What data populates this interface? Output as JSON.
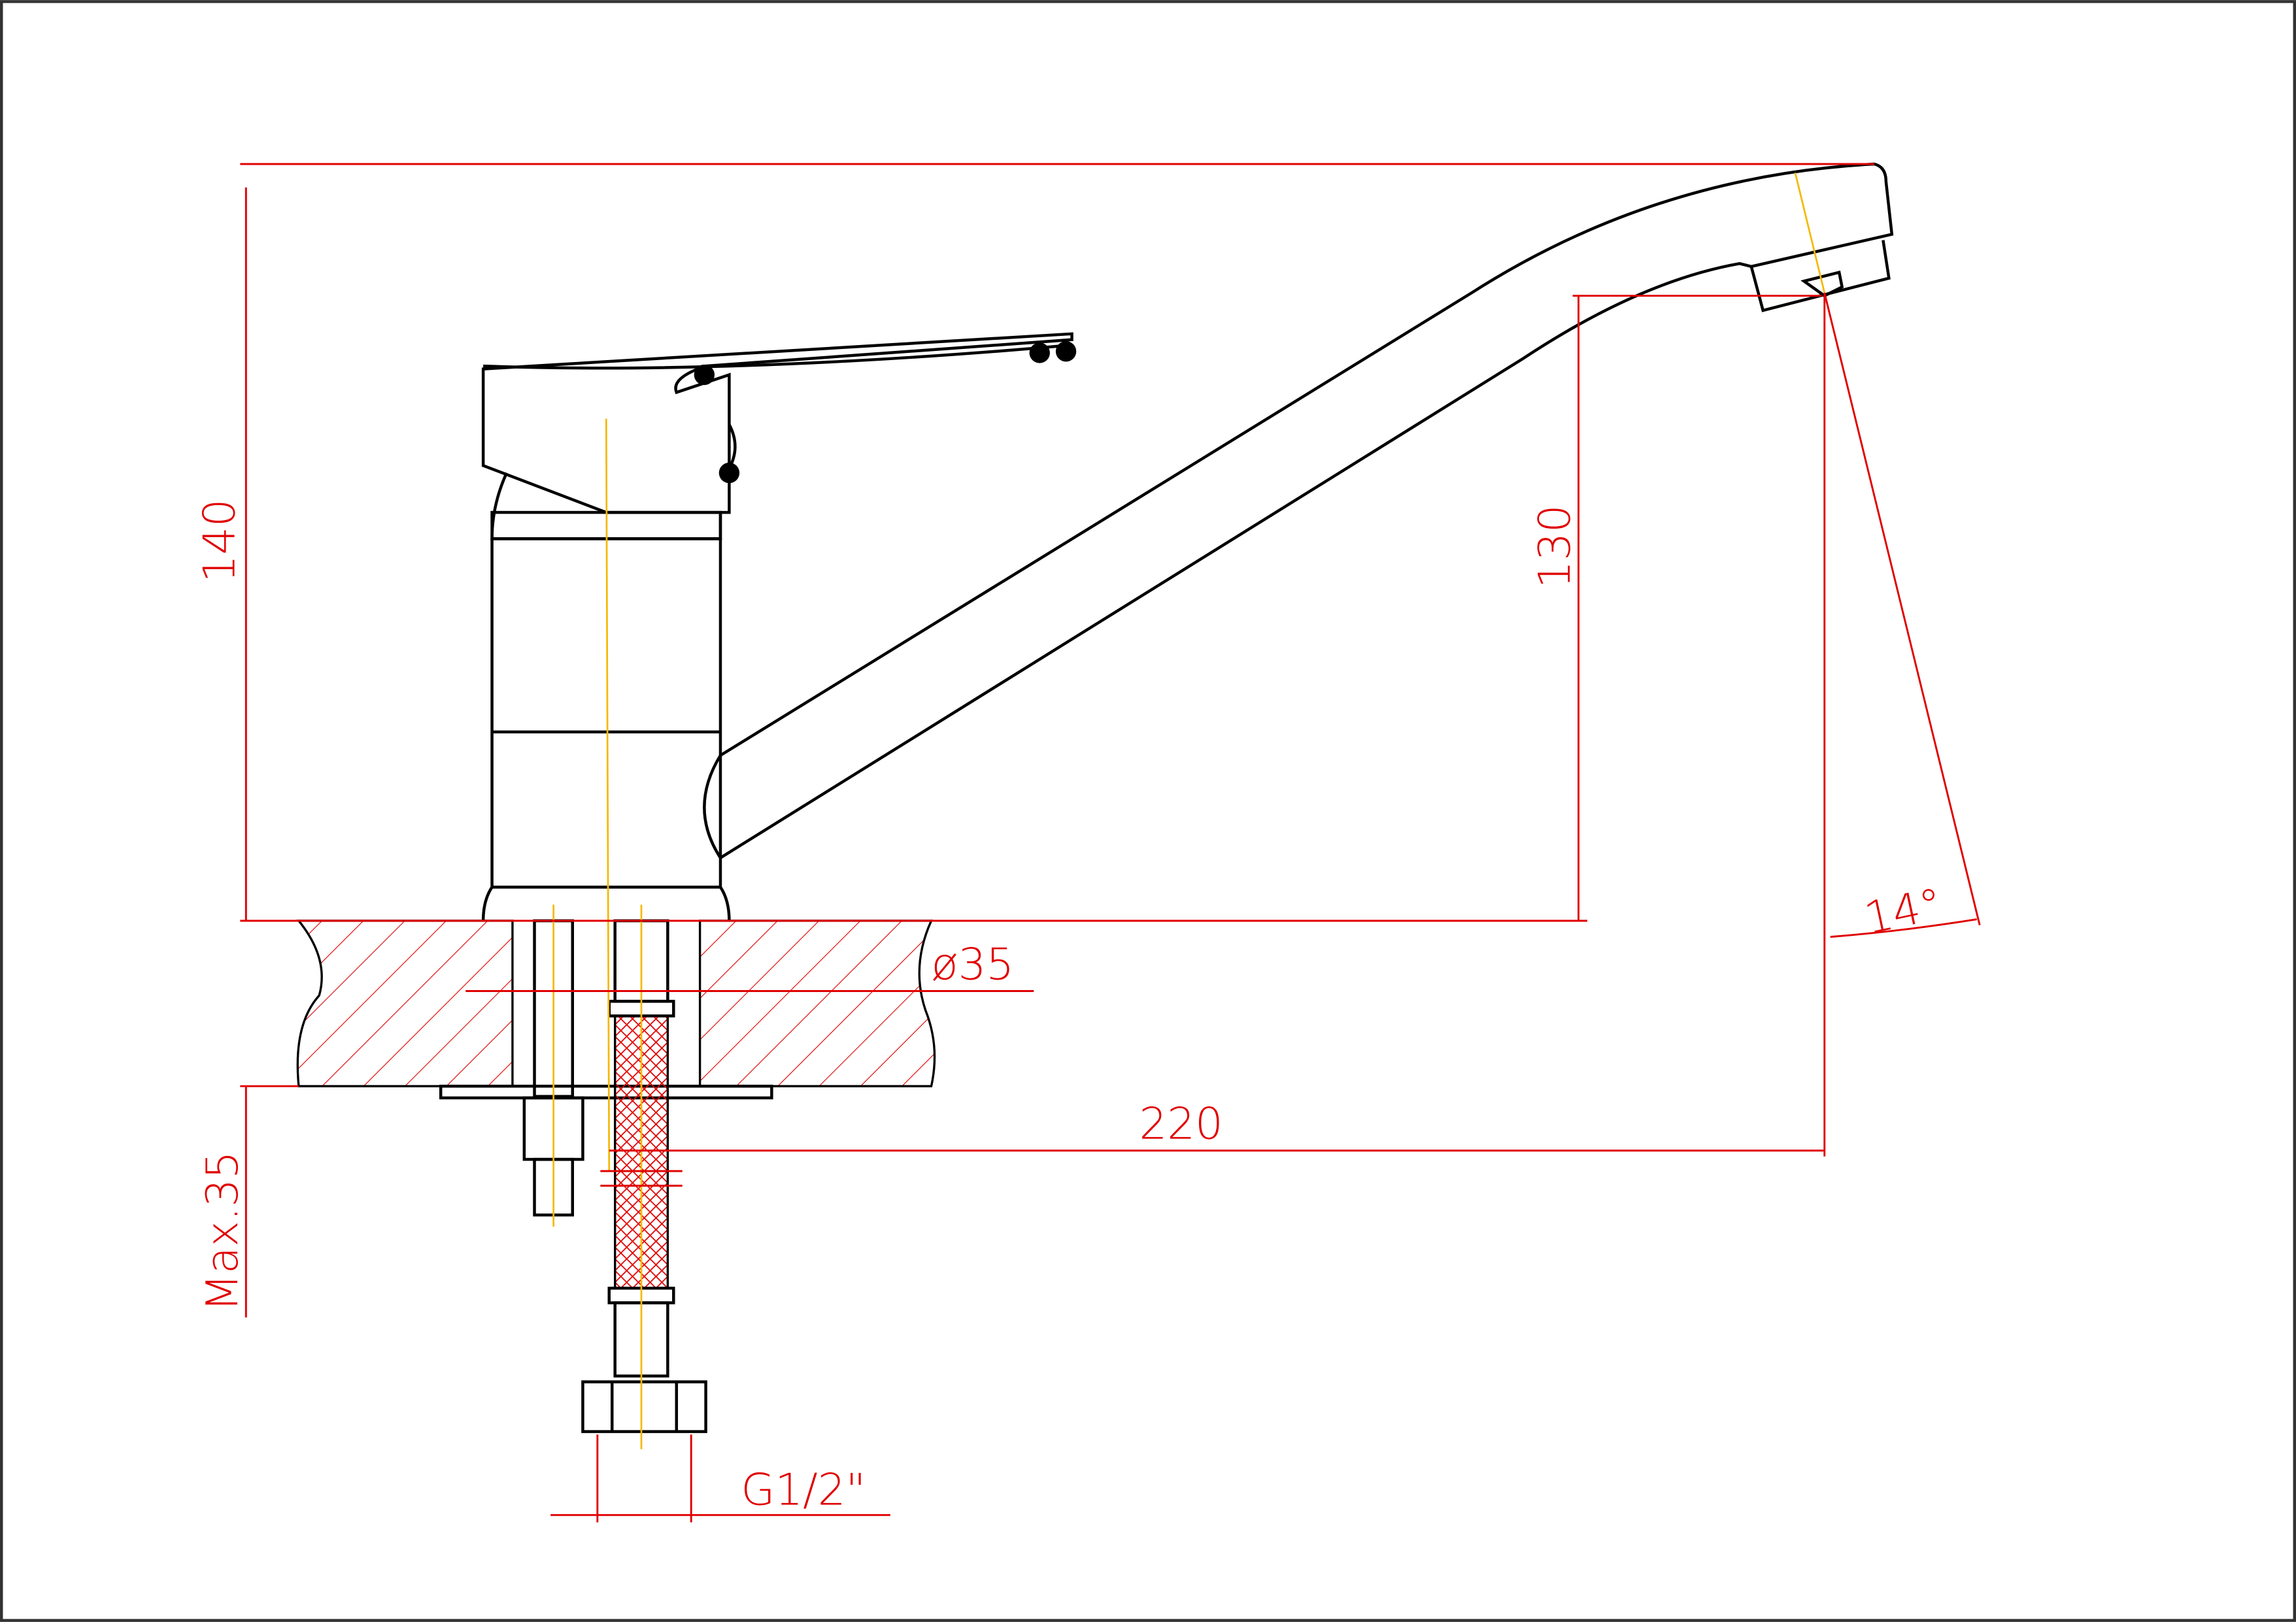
{
  "drawing": {
    "title": "Single-lever kitchen faucet dimensional drawing",
    "dimensions": {
      "total_height": "140",
      "spout_height": "130",
      "mount_hole_diameter": "ø35",
      "spout_reach": "220",
      "aerator_angle": "14°",
      "max_counter_thickness": "Max.35",
      "connection_thread": "G1/2\""
    },
    "colors": {
      "outline": "#000000",
      "dimension": "#e00000",
      "centerline": "#f5b800"
    }
  }
}
